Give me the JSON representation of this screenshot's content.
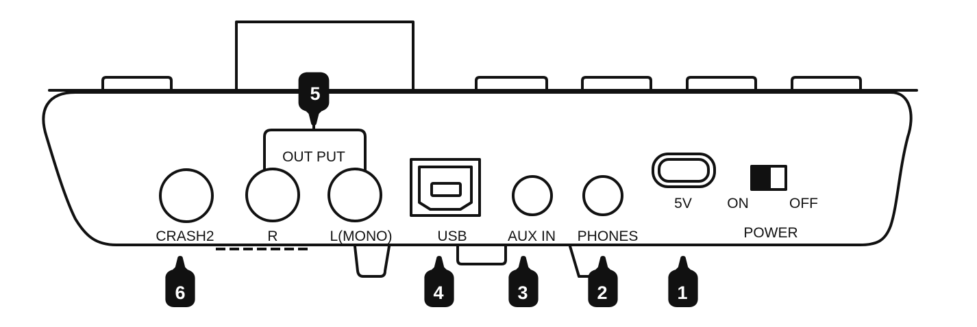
{
  "labels": {
    "output": "OUT PUT",
    "crash2": "CRASH2",
    "r": "R",
    "l_mono": "L(MONO)",
    "usb": "USB",
    "aux_in": "AUX IN",
    "phones": "PHONES",
    "five_v": "5V",
    "on": "ON",
    "off": "OFF",
    "power": "POWER"
  },
  "callouts": {
    "c1": "1",
    "c2": "2",
    "c3": "3",
    "c4": "4",
    "c5": "5",
    "c6": "6"
  }
}
